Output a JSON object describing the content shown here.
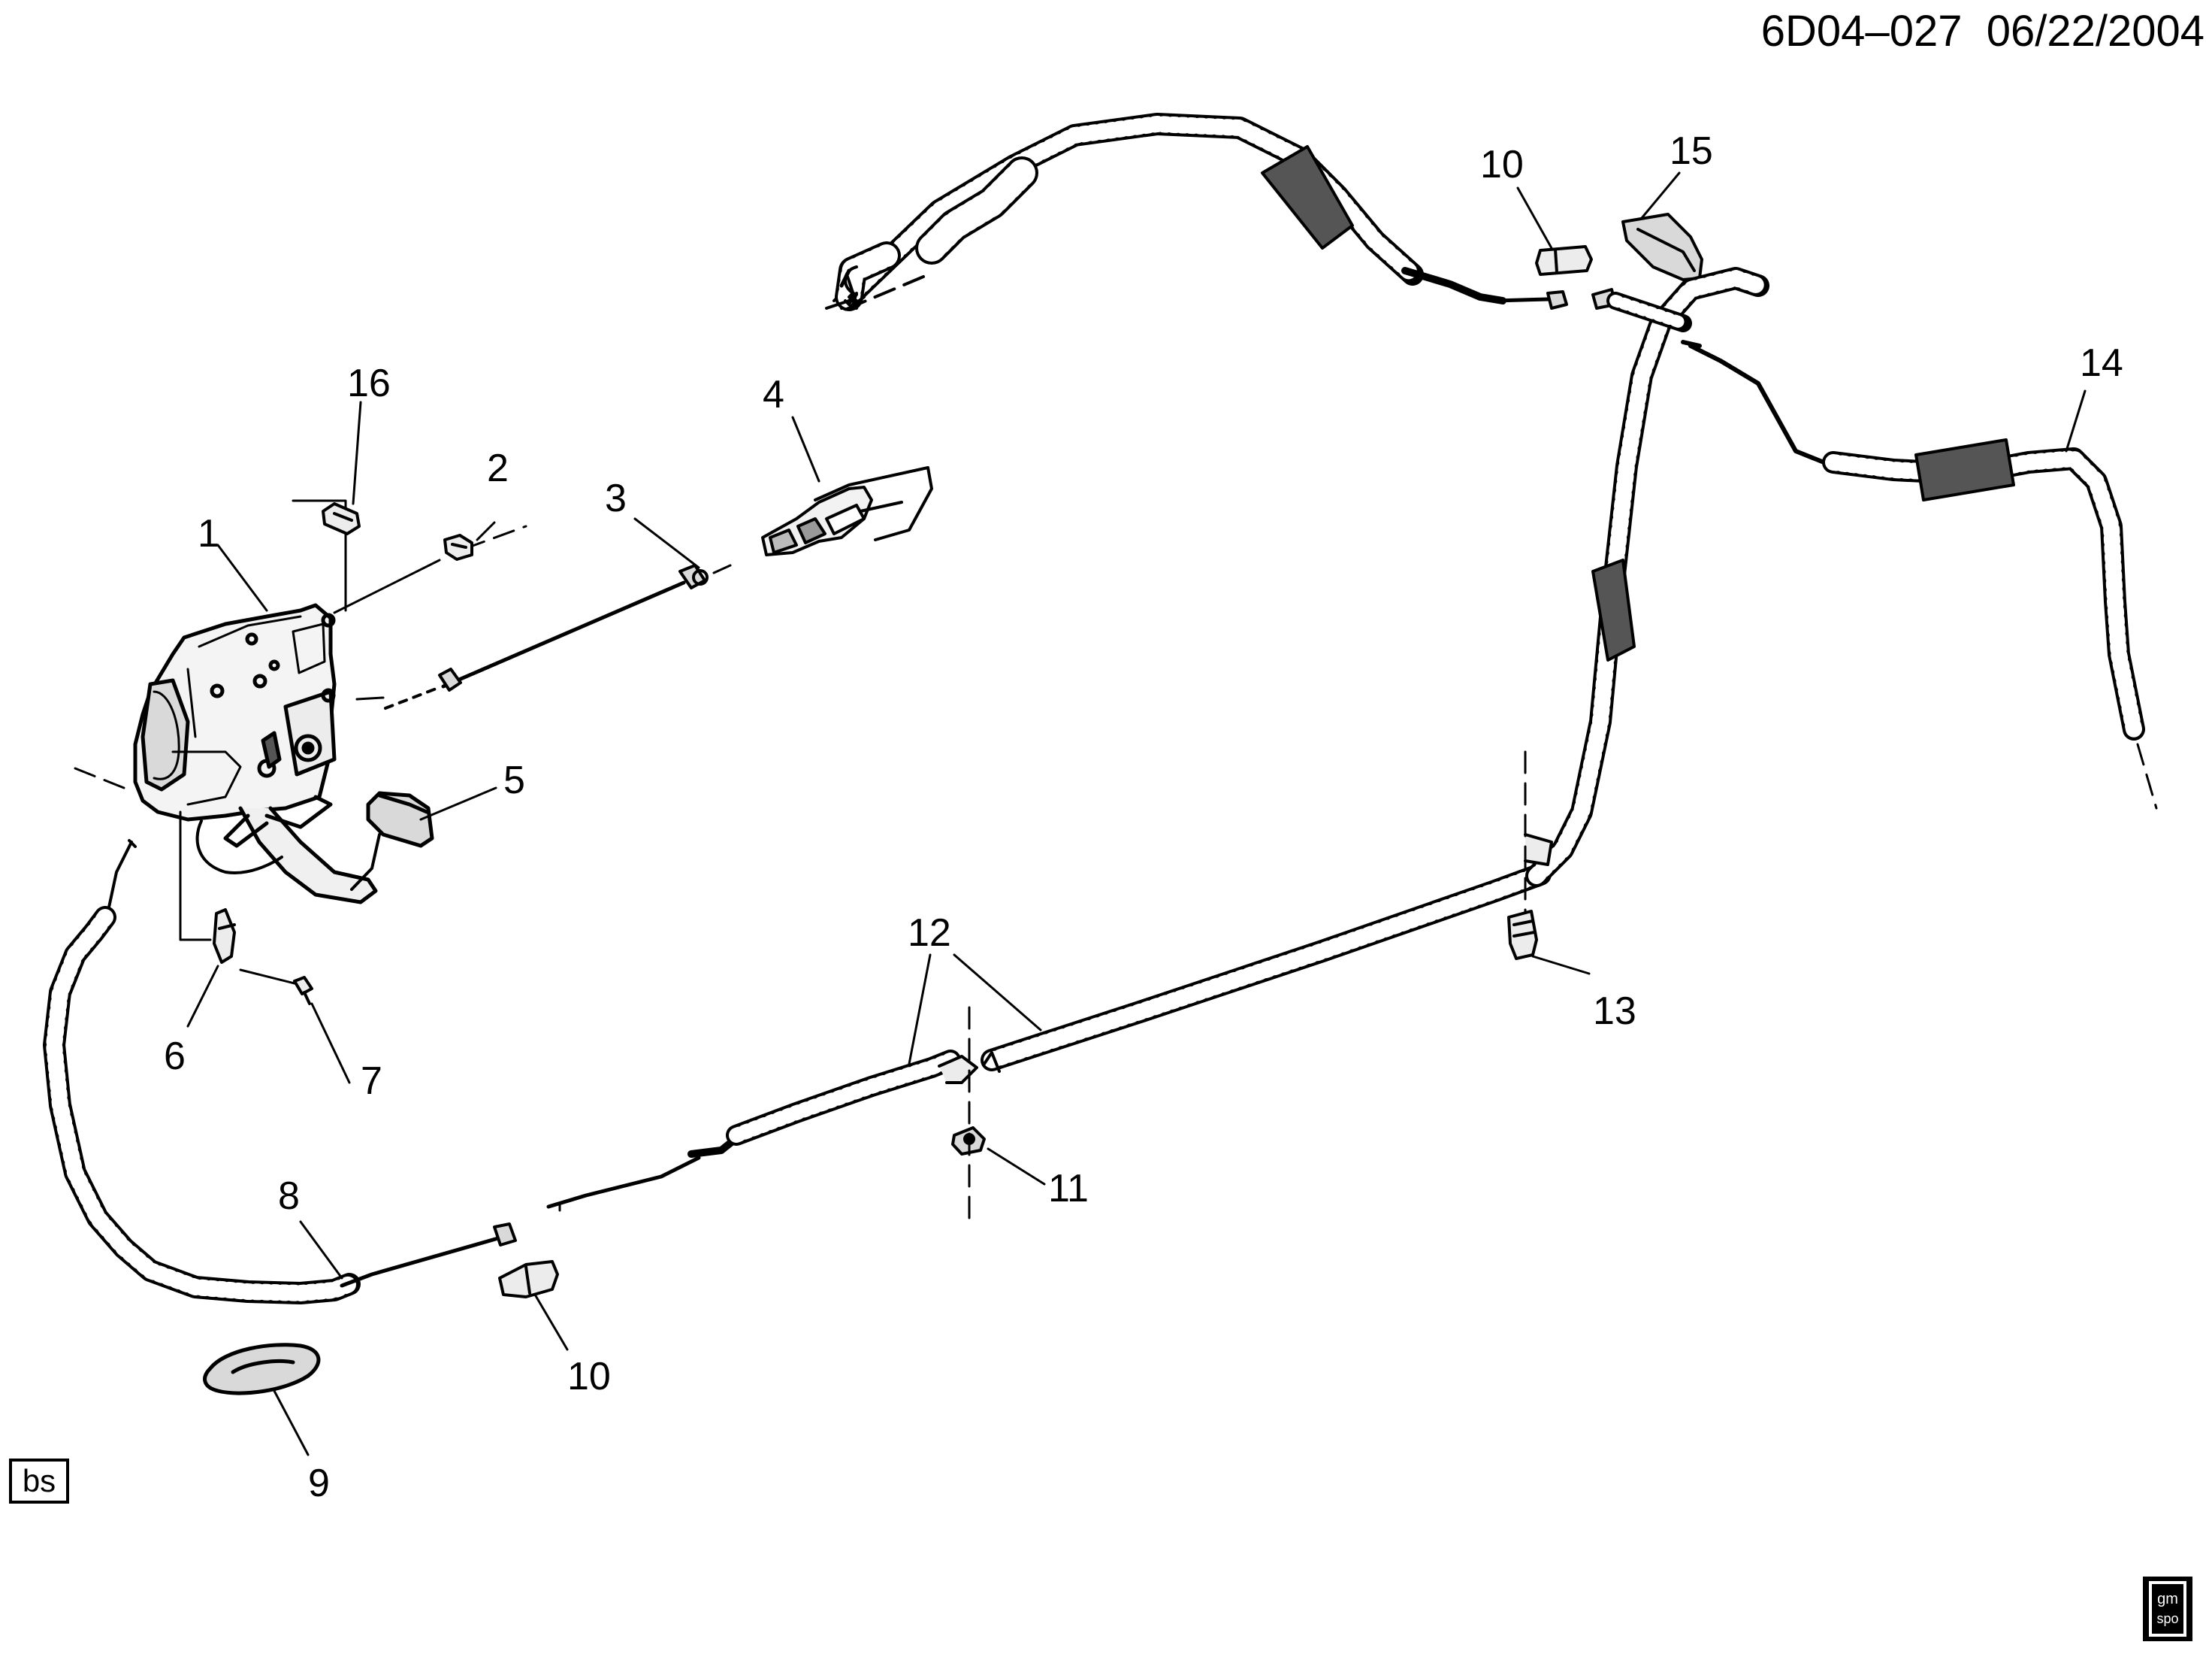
{
  "header": {
    "drawing_id": "6D04–027",
    "date": "06/22/2004"
  },
  "callouts": {
    "c1": "1",
    "c2": "2",
    "c3": "3",
    "c4": "4",
    "c5": "5",
    "c6": "6",
    "c7": "7",
    "c8": "8",
    "c9": "9",
    "c10a": "10",
    "c10b": "10",
    "c11": "11",
    "c12": "12",
    "c13": "13",
    "c14": "14",
    "c15": "15",
    "c16": "16"
  },
  "footer": {
    "code": "bs",
    "logo_top": "gm",
    "logo_bottom": "spo"
  }
}
